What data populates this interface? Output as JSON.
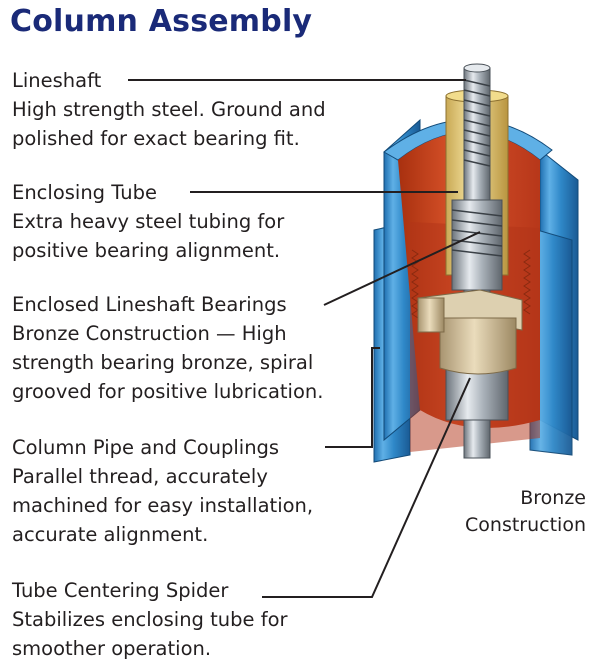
{
  "title": "Column Assembly",
  "labels": [
    {
      "heading": "Lineshaft",
      "desc": [
        "High strength steel. Ground and",
        "polished for exact bearing fit."
      ]
    },
    {
      "heading": "Enclosing Tube",
      "desc": [
        "Extra heavy steel tubing for",
        "positive bearing alignment."
      ]
    },
    {
      "heading": "Enclosed Lineshaft Bearings",
      "desc": [
        "Bronze Construction — High",
        "strength bearing bronze, spiral",
        "grooved for positive lubrication."
      ]
    },
    {
      "heading": "Column Pipe and Couplings",
      "desc": [
        "Parallel thread, accurately",
        "machined for easy installation,",
        "accurate alignment."
      ]
    },
    {
      "heading": "Tube Centering Spider",
      "desc": [
        "Stabilizes enclosing tube for",
        "smoother operation."
      ]
    }
  ],
  "callout": {
    "line1": "Bronze",
    "line2": "Construction"
  },
  "colors": {
    "title": "#1a2a78",
    "pipe": "#2f88c8",
    "interior": "#c8401c",
    "bronze": "#cdbb98",
    "steel": "#9aa3ab"
  }
}
